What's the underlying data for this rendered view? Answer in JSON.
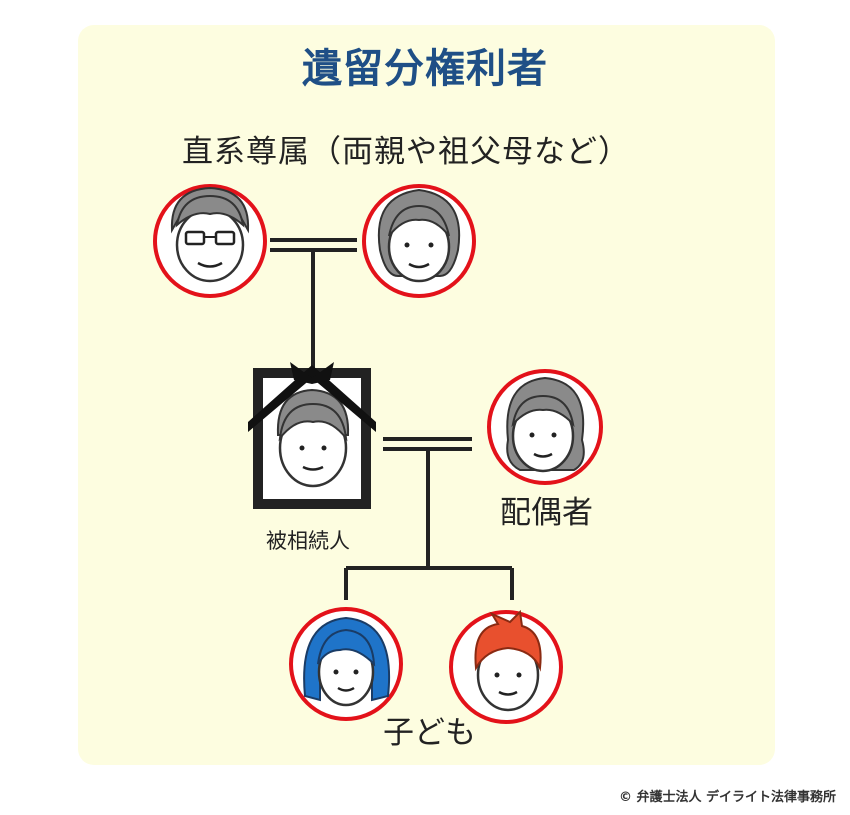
{
  "title": "遺留分権利者",
  "labels": {
    "ascendants": "直系尊属（両親や祖父母など）",
    "decedent": "被相続人",
    "spouse": "配偶者",
    "children": "子ども"
  },
  "credit": "© 弁護士法人 デイライト法律事務所",
  "colors": {
    "panel": "#fdfde0",
    "title": "#1f4f86",
    "ring": "#e3121a",
    "line": "#222222",
    "child_girl_hair": "#1f74c9",
    "child_boy_hair": "#e8502e"
  }
}
